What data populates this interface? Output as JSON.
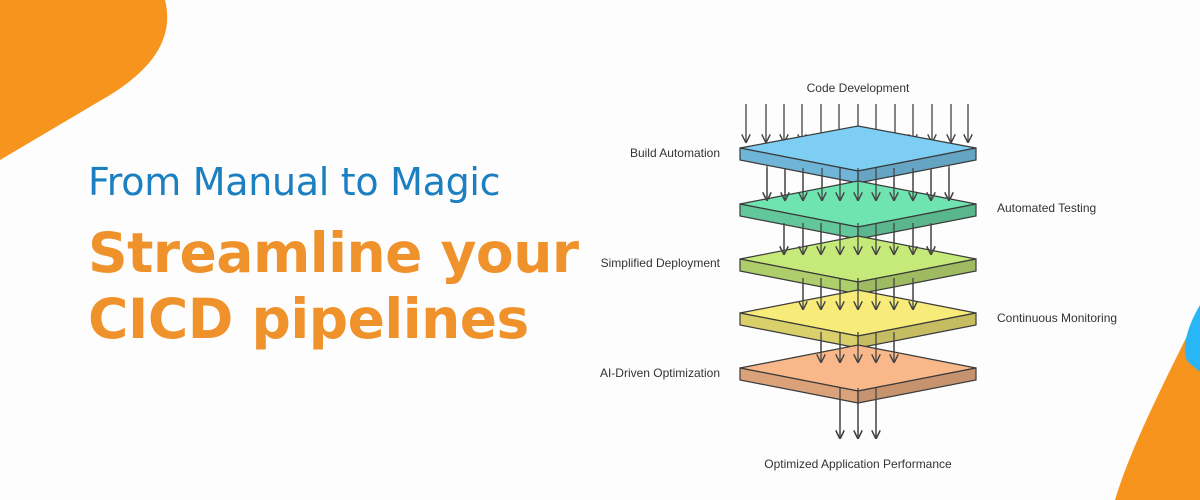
{
  "banner": {
    "subtitle": "From Manual to Magic",
    "title_line1": "Streamline your",
    "title_line2": "CICD pipelines",
    "colors": {
      "blue": "#1b7fc0",
      "orange": "#f0922b",
      "corner_orange": "#f7941d",
      "corner_blue": "#29b6f6"
    }
  },
  "diagram": {
    "top_label": "Code Development",
    "bottom_label": "Optimized Application Performance",
    "layers": [
      {
        "label": "Build Automation",
        "color": "#7ecef4",
        "side": "left"
      },
      {
        "label": "Automated Testing",
        "color": "#6fe3b0",
        "side": "right"
      },
      {
        "label": "Simplified Deployment",
        "color": "#c5ea7a",
        "side": "left"
      },
      {
        "label": "Continuous Monitoring",
        "color": "#f7ec7a",
        "side": "right"
      },
      {
        "label": "AI-Driven Optimization",
        "color": "#f9b88a",
        "side": "left"
      }
    ]
  }
}
